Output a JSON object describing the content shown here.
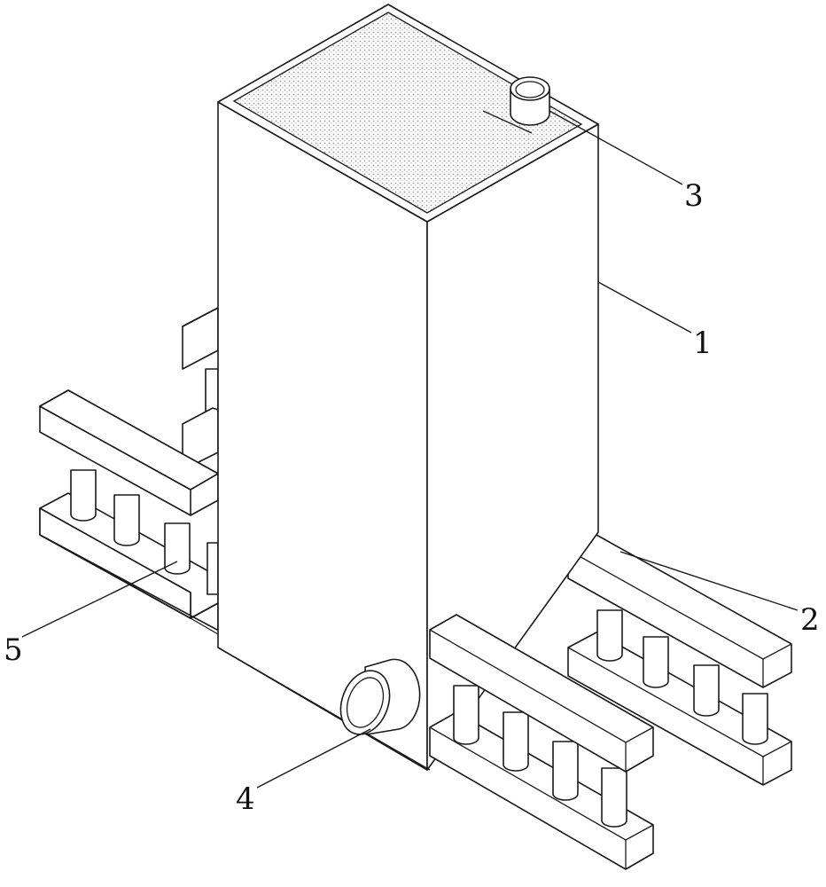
{
  "figure": {
    "labels": [
      {
        "id": "body",
        "text": "1"
      },
      {
        "id": "right-rack",
        "text": "2"
      },
      {
        "id": "top-inlet-pipe",
        "text": "3"
      },
      {
        "id": "bottom-outlet-pipe",
        "text": "4"
      },
      {
        "id": "left-rack",
        "text": "5"
      }
    ]
  },
  "colors": {
    "line": "#1a1a1a",
    "background": "#ffffff",
    "top_texture": "#b5b5b5"
  }
}
